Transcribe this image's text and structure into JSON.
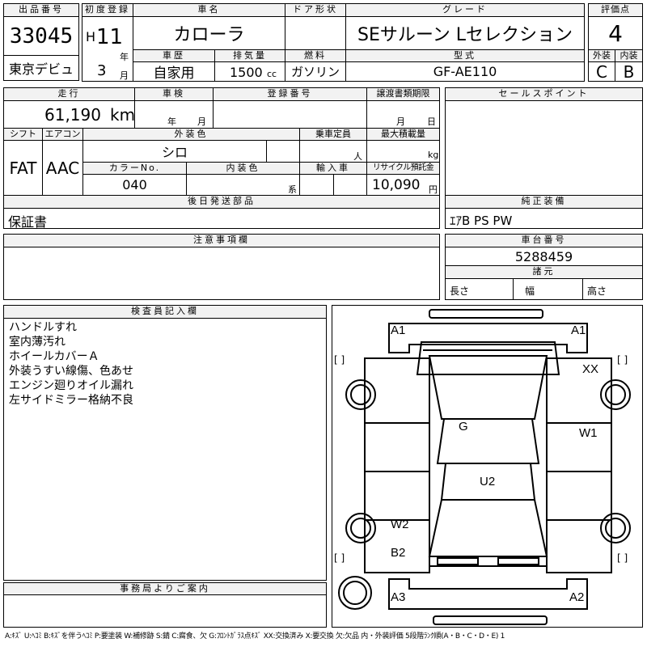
{
  "header": {
    "lot_number_label": "出品番号",
    "lot_number": "33045",
    "tokyo_debut": "東京デビュ",
    "first_reg_label": "初度登録",
    "era": "H",
    "year_value": "11",
    "year_unit": "年",
    "month_value": "3",
    "month_unit": "月",
    "car_name_label": "車名",
    "car_name": "カローラ",
    "door_label": "ドア形状",
    "grade_label": "グレード",
    "grade": "SEサルーン Lセレクション",
    "score_label": "評価点",
    "score": "4",
    "history_label": "車歴",
    "history": "自家用",
    "displacement_label": "排気量",
    "displacement": "1500",
    "displacement_unit": "cc",
    "fuel_label": "燃料",
    "fuel": "ガソリン",
    "model_label": "型式",
    "model": "GF-AE110",
    "exterior_label": "外装",
    "exterior_grade": "C",
    "interior_label": "内装",
    "interior_grade": "B"
  },
  "specs": {
    "mileage_label": "走行",
    "mileage": "61,190",
    "mileage_unit": "km",
    "inspection_label": "車検",
    "insp_year_unit": "年",
    "insp_month_unit": "月",
    "registration_label": "登録番号",
    "transfer_label": "譲渡書類期限",
    "transfer_month_unit": "月",
    "transfer_day_unit": "日",
    "shift_label": "シフト",
    "shift": "FAT",
    "aircon_label": "エアコン",
    "aircon": "AAC",
    "color_label": "外装色",
    "color": "シロ",
    "capacity_label": "乗車定員",
    "capacity_unit": "人",
    "load_label": "最大積載量",
    "load_unit": "kg",
    "color_no_label": "カラーNo.",
    "color_no": "040",
    "interior_color_label": "内装色",
    "interior_color_unit": "系",
    "import_label": "輸入車",
    "recycle_label": "リサイクル預託金",
    "recycle": "10,090",
    "recycle_unit": "円",
    "later_parts_label": "後日発送部品",
    "later_parts": "保証書",
    "equipment_label": "純正装備",
    "equipment": "ｴｱB PS PW",
    "notes_label": "注意事項欄",
    "sales_point_label": "セールスポイント",
    "chassis_label": "車台番号",
    "chassis": "5288459",
    "dims_label": "諸元",
    "length_label": "長さ",
    "width_label": "幅",
    "height_label": "高さ"
  },
  "inspector": {
    "title": "検査員記入欄",
    "lines": [
      "ハンドルすれ",
      "室内薄汚れ",
      "ホイールカバーＡ",
      "外装うすい線傷、色あせ",
      "エンジン廻りオイル漏れ",
      "左サイドミラー格納不良"
    ]
  },
  "office": {
    "title": "事務局よりご案内"
  },
  "diagram": {
    "marks": {
      "front_left": "A1",
      "front_right": "A1",
      "front_wheel": "XX",
      "roof": "G",
      "right_door": "W1",
      "cabin": "U2",
      "left_rear": "W2",
      "rear_bumper_left": "B2",
      "rear_left": "A3",
      "rear_right": "A2"
    },
    "bracket": "[ ]"
  },
  "legend": "A:ｷｽﾞ U:ﾍｺﾐ B:ｷｽﾞを伴うﾍｺﾐ P:要塗装 W:補修跡 S:錆 C:腐食、欠 G:ﾌﾛﾝﾄｶﾞﾗｽ点ｷｽﾞ XX:交換済み X:要交換 欠:欠品 内・外装評価 5段階ﾗﾝｸ順(A・B・C・D・E) 1"
}
